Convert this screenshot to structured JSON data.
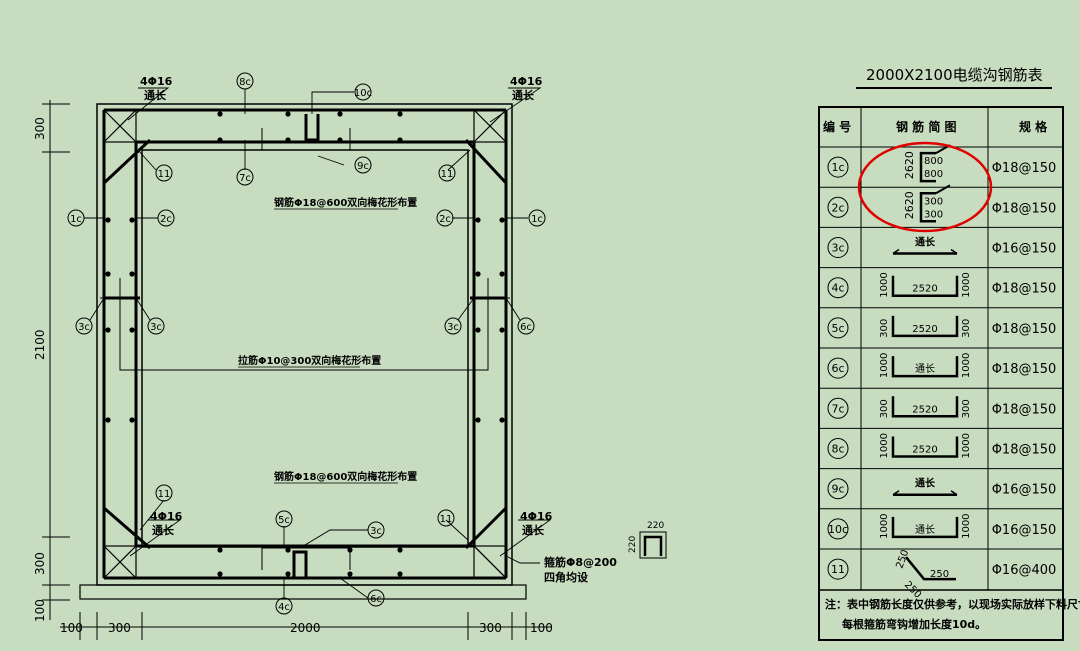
{
  "table": {
    "title": "2000X2100电缆沟钢筋表",
    "header": {
      "id": "编 号",
      "shape": "钢 筋 简 图",
      "spec": "规 格"
    },
    "rows": [
      {
        "id": "1c",
        "spec": "Φ18@150",
        "dims": [
          "2620",
          "800",
          "800"
        ]
      },
      {
        "id": "2c",
        "spec": "Φ18@150",
        "dims": [
          "2620",
          "300",
          "300"
        ]
      },
      {
        "id": "3c",
        "spec": "Φ16@150",
        "dims": [
          "通长"
        ]
      },
      {
        "id": "4c",
        "spec": "Φ18@150",
        "dims": [
          "1000",
          "2520",
          "1000"
        ]
      },
      {
        "id": "5c",
        "spec": "Φ18@150",
        "dims": [
          "300",
          "2520",
          "300"
        ]
      },
      {
        "id": "6c",
        "spec": "Φ18@150",
        "dims": [
          "1000",
          "通长",
          "1000"
        ]
      },
      {
        "id": "7c",
        "spec": "Φ18@150",
        "dims": [
          "300",
          "2520",
          "300"
        ]
      },
      {
        "id": "8c",
        "spec": "Φ18@150",
        "dims": [
          "1000",
          "2520",
          "1000"
        ]
      },
      {
        "id": "9c",
        "spec": "Φ16@150",
        "dims": [
          "通长"
        ]
      },
      {
        "id": "10c",
        "spec": "Φ16@150",
        "dims": [
          "1000",
          "通长",
          "1000"
        ]
      },
      {
        "id": "11",
        "spec": "Φ16@400",
        "dims": [
          "250",
          "250",
          "250"
        ]
      }
    ],
    "note1": "注：表中钢筋长度仅供参考，以现场实际放样下料尺寸为准。",
    "note2": "每根箍筋弯钩增加长度10d。"
  },
  "drawing": {
    "labels": {
      "tl_bar": "4Φ16",
      "tl_tong": "通长",
      "tr_bar": "4Φ16",
      "tr_tong": "通长",
      "bl_bar": "4Φ16",
      "bl_tong": "通长",
      "br_bar": "4Φ16",
      "br_tong": "通长",
      "top_mesh": "钢筋Φ18@600双向梅花形布置",
      "mid_mesh": "拉筋Φ10@300双向梅花形布置",
      "bot_mesh": "钢筋Φ18@600双向梅花形布置",
      "stirrup1": "箍筋Φ8@200",
      "stirrup2": "四角均设",
      "small_box_w": "220",
      "small_box_h": "220"
    },
    "marks": [
      "8c",
      "10c",
      "9c",
      "7c",
      "11",
      "1c",
      "2c",
      "3c",
      "5c",
      "4c",
      "6c"
    ],
    "dims_vertical": [
      "300",
      "2100",
      "300",
      "100"
    ],
    "dims_horizontal": [
      "100",
      "300",
      "2000",
      "300",
      "100"
    ]
  },
  "colors": {
    "background": "#c8dcc0",
    "ink": "#000000",
    "highlight": "#e00000"
  }
}
